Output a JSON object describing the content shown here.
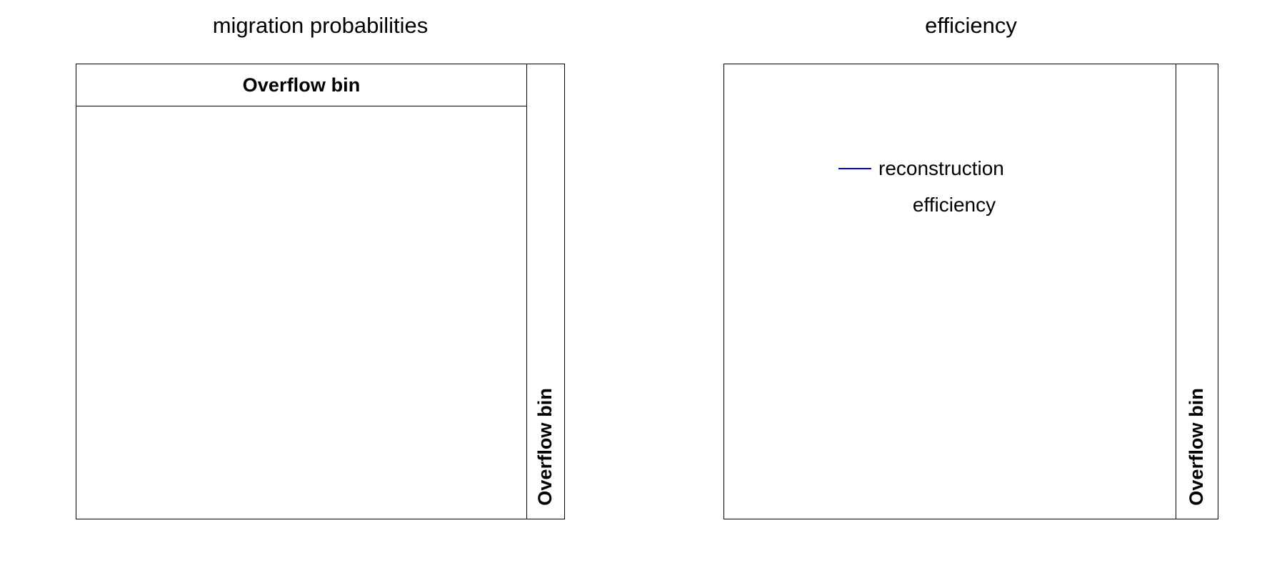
{
  "figure": {
    "background_color": "#ffffff",
    "border_color": "#000000",
    "accent_color": "#0000cc"
  },
  "panels": [
    {
      "id": "migration-probabilities",
      "title": "migration probabilities",
      "header_label": "Overflow bin",
      "overflow_label": "Overflow bin",
      "has_header_strip": true,
      "has_legend": false
    },
    {
      "id": "efficiency",
      "title": "efficiency",
      "header_label": "",
      "overflow_label": "Overflow bin",
      "has_header_strip": false,
      "has_legend": true,
      "legend": {
        "line_color": "#0000cc",
        "label_line1": "reconstruction",
        "label_line2": "efficiency"
      }
    }
  ],
  "chart_data": [
    {
      "type": "heatmap",
      "title": "migration probabilities",
      "xlabel": "",
      "ylabel": "",
      "categories": [],
      "values": [],
      "annotations": [
        "Overflow bin",
        "Overflow bin"
      ],
      "grid": false,
      "legend_position": "none",
      "note": "Empty plotting frame: header band labelled 'Overflow bin' plus a narrow right-hand overflow-bin column; no data cells drawn."
    },
    {
      "type": "line",
      "title": "efficiency",
      "xlabel": "",
      "ylabel": "",
      "x": [],
      "series": [
        {
          "name": "reconstruction efficiency",
          "color": "#0000cc",
          "values": []
        }
      ],
      "annotations": [
        "Overflow bin"
      ],
      "grid": false,
      "legend_position": "upper-center",
      "note": "Empty plotting frame with a legend entry only; no curve drawn inside the axes."
    }
  ]
}
